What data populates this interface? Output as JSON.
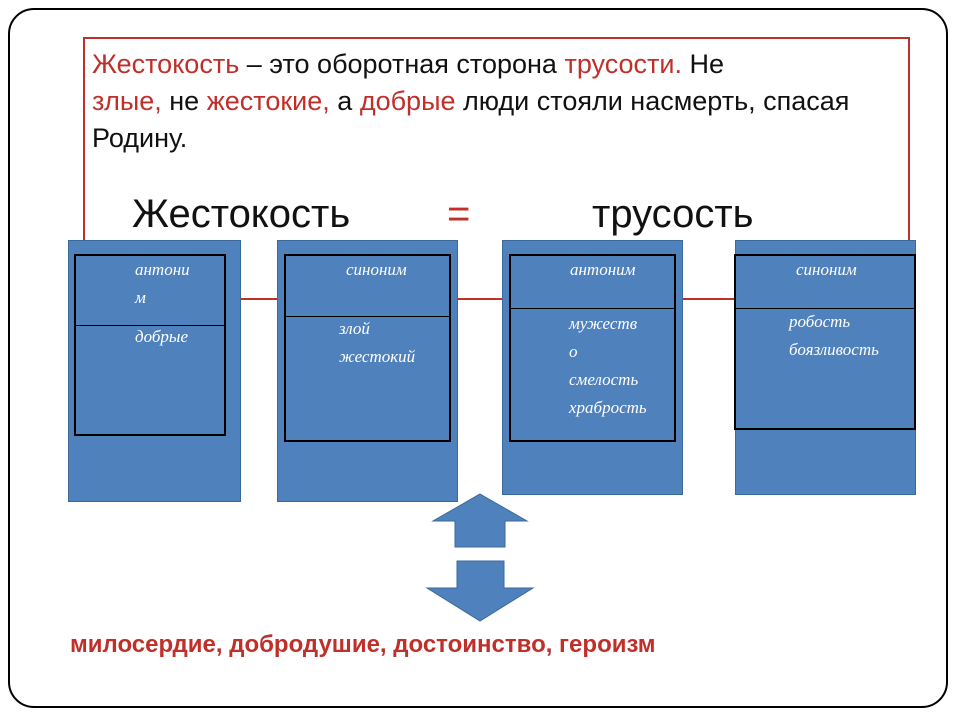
{
  "quote": {
    "parts": [
      {
        "text": "Жестокость",
        "red": true
      },
      {
        "text": " – это оборотная сторона ",
        "red": false
      },
      {
        "text": "трусости.",
        "red": true
      },
      {
        "text": " Не ",
        "red": false
      },
      {
        "text": "злые,",
        "red": true
      },
      {
        "text": " не ",
        "red": false
      },
      {
        "text": "жестокие,",
        "red": true
      },
      {
        "text": " а ",
        "red": false
      },
      {
        "text": "добрые",
        "red": true
      },
      {
        "text": " люди стояли насмерть, спасая Родину.",
        "red": false
      }
    ]
  },
  "heading": {
    "left": "Жестокость",
    "equals": "=",
    "right": "трусость"
  },
  "columns": [
    {
      "header_lines": [
        "антони",
        "м"
      ],
      "items": [
        "добрые"
      ]
    },
    {
      "header_lines": [
        "синоним"
      ],
      "items": [
        "злой",
        "жестокий"
      ]
    },
    {
      "header_lines": [
        "антоним"
      ],
      "items": [
        "мужеств",
        "о",
        "смелость",
        "храбрость"
      ]
    },
    {
      "header_lines": [
        "синоним"
      ],
      "items": [
        "робость",
        "боязливость"
      ]
    }
  ],
  "bottom_text": "милосердие, добродушие, достоинство, героизм",
  "colors": {
    "accent_red": "#c0302b",
    "column_blue": "#4f81bd",
    "arrow_blue": "#4f81bd"
  }
}
